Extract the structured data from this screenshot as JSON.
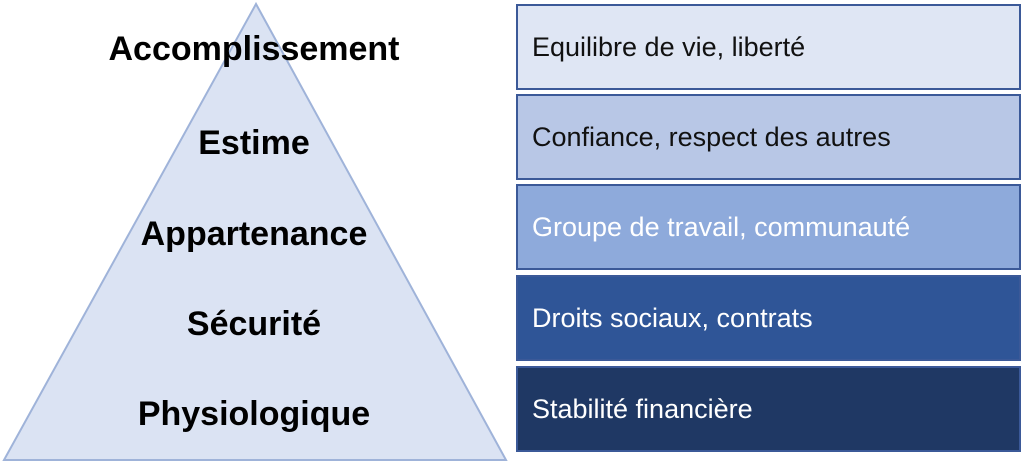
{
  "pyramid": {
    "fill": "#dbe3f3",
    "stroke": "#9fb3d9",
    "levels": [
      {
        "label": "Accomplissement"
      },
      {
        "label": "Estime"
      },
      {
        "label": "Appartenance"
      },
      {
        "label": "Sécurité"
      },
      {
        "label": "Physiologique"
      }
    ]
  },
  "boxes": [
    {
      "text": "Equilibre de vie, liberté",
      "fill": "#dfe6f4",
      "text_color": "#111111"
    },
    {
      "text": "Confiance, respect des autres",
      "fill": "#b8c7e6",
      "text_color": "#111111"
    },
    {
      "text": "Groupe de travail, communauté",
      "fill": "#8eaadb",
      "text_color": "#ffffff"
    },
    {
      "text": "Droits sociaux, contrats",
      "fill": "#2f5597",
      "text_color": "#ffffff"
    },
    {
      "text": "Stabilité financière",
      "fill": "#1f3864",
      "text_color": "#ffffff"
    }
  ]
}
